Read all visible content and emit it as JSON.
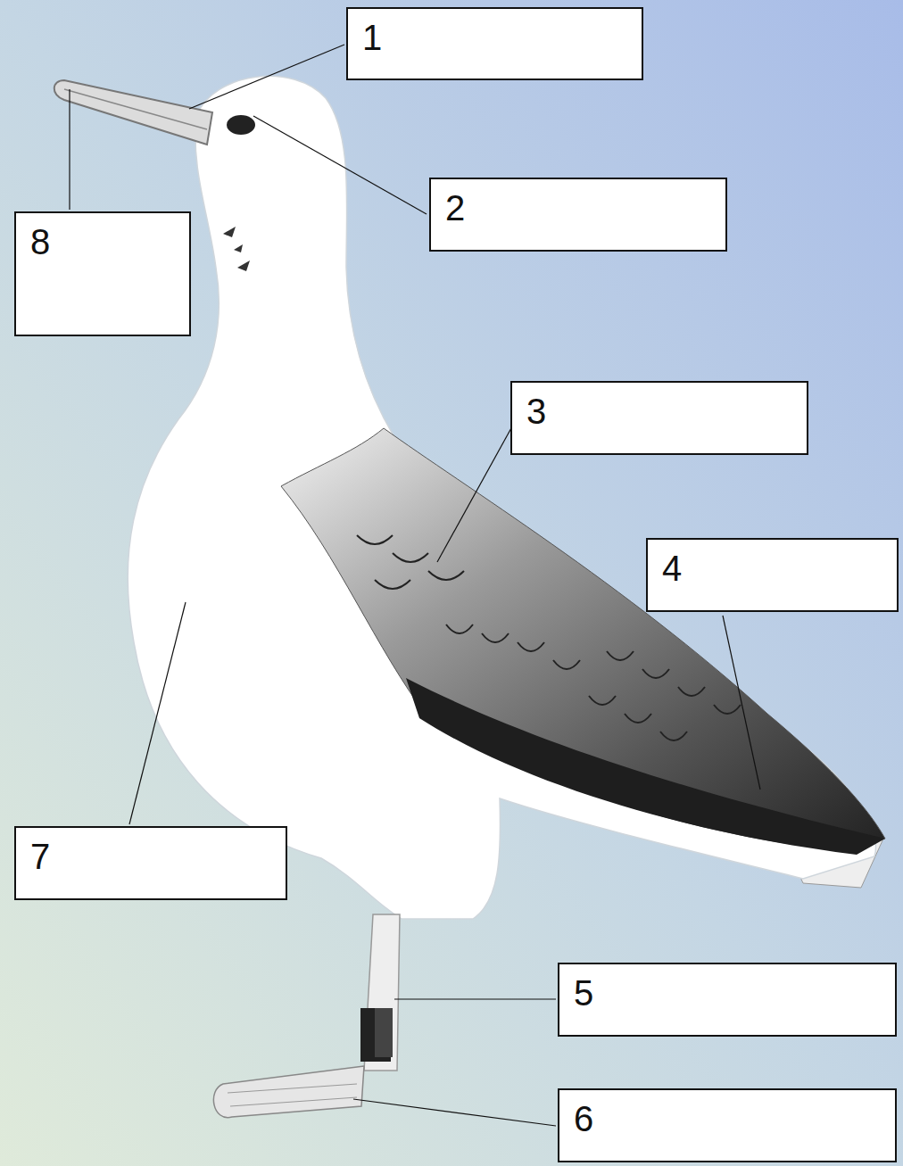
{
  "diagram": {
    "nodes": [
      {
        "text": [
          "1"
        ]
      },
      {
        "text": [
          "2"
        ]
      },
      {
        "text": [
          "8"
        ]
      },
      {
        "text": [
          "3"
        ]
      },
      {
        "text": [
          "4"
        ]
      },
      {
        "text": [
          "7"
        ]
      },
      {
        "text": [
          "5"
        ]
      },
      {
        "text": [
          "6"
        ]
      }
    ]
  }
}
